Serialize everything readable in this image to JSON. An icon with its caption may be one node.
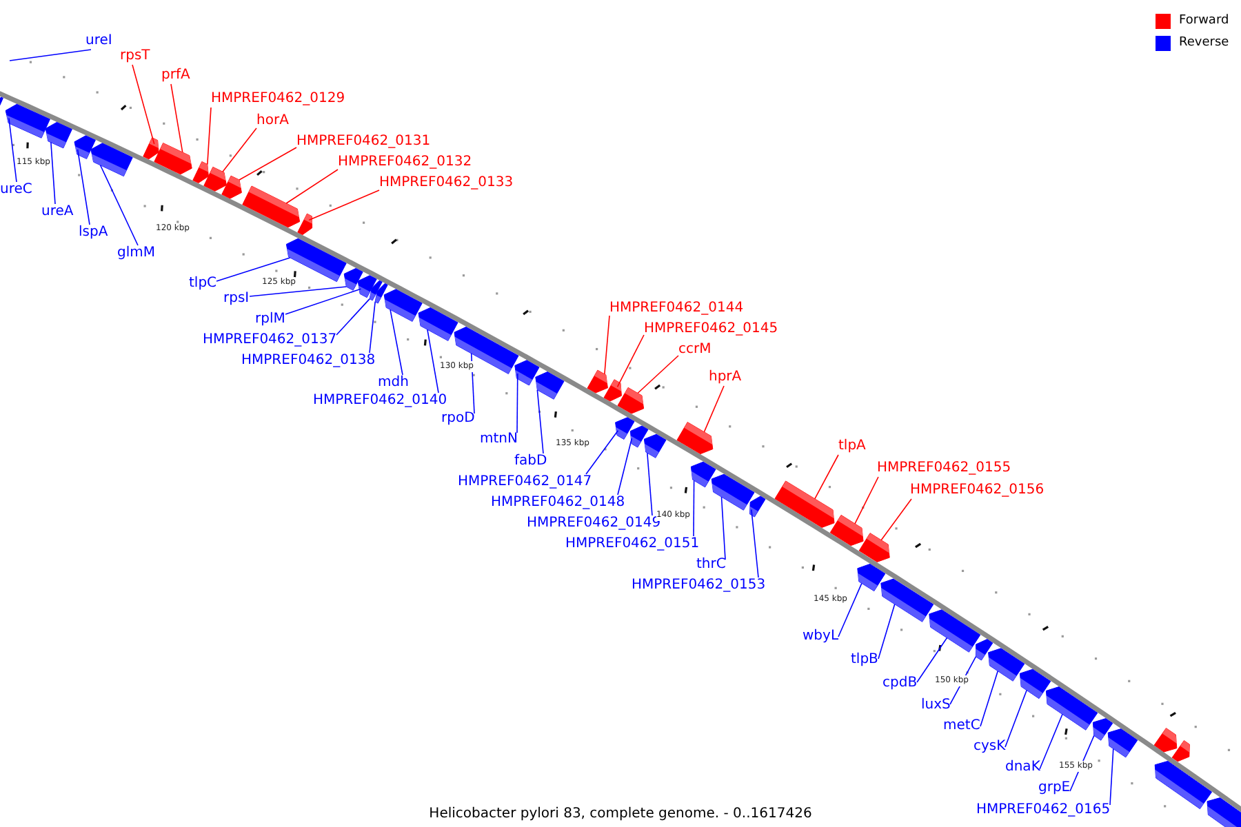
{
  "diagram": {
    "caption": "Helicobacter pylori 83, complete genome. - 0..1617426",
    "nodes": [
      {
        "text": [
          "ureI"
        ]
      },
      {
        "text": [
          "rpsT"
        ]
      },
      {
        "text": [
          "prfA"
        ]
      },
      {
        "text": [
          "HMPREF0462_0129"
        ]
      },
      {
        "text": [
          "horA"
        ]
      },
      {
        "text": [
          "HMPREF0462_0131"
        ]
      },
      {
        "text": [
          "HMPREF0462_0132"
        ]
      },
      {
        "text": [
          "HMPREF0462_0133"
        ]
      },
      {
        "text": [
          "ureC"
        ]
      },
      {
        "text": [
          "ureA"
        ]
      },
      {
        "text": [
          "lspA"
        ]
      },
      {
        "text": [
          "glmM"
        ]
      },
      {
        "text": [
          "tlpC"
        ]
      },
      {
        "text": [
          "rpsI"
        ]
      },
      {
        "text": [
          "rplM"
        ]
      },
      {
        "text": [
          "HMPREF0462_0137"
        ]
      },
      {
        "text": [
          "HMPREF0462_0138"
        ]
      },
      {
        "text": [
          "mdh"
        ]
      },
      {
        "text": [
          "HMPREF0462_0140"
        ]
      },
      {
        "text": [
          "rpoD"
        ]
      },
      {
        "text": [
          "mtnN"
        ]
      },
      {
        "text": [
          "fabD"
        ]
      },
      {
        "text": [
          "HMPREF0462_0144"
        ]
      },
      {
        "text": [
          "HMPREF0462_0145"
        ]
      },
      {
        "text": [
          "ccrM"
        ]
      },
      {
        "text": [
          "hprA"
        ]
      },
      {
        "text": [
          "HMPREF0462_0147"
        ]
      },
      {
        "text": [
          "HMPREF0462_0148"
        ]
      },
      {
        "text": [
          "HMPREF0462_0149"
        ]
      },
      {
        "text": [
          "HMPREF0462_0151"
        ]
      },
      {
        "text": [
          "thrC"
        ]
      },
      {
        "text": [
          "HMPREF0462_0153"
        ]
      },
      {
        "text": [
          "tlpA"
        ]
      },
      {
        "text": [
          "HMPREF0462_0155"
        ]
      },
      {
        "text": [
          "HMPREF0462_0156"
        ]
      },
      {
        "text": [
          "wbyL"
        ]
      },
      {
        "text": [
          "tlpB"
        ]
      },
      {
        "text": [
          "cpdB"
        ]
      },
      {
        "text": [
          "luxS"
        ]
      },
      {
        "text": [
          "metC"
        ]
      },
      {
        "text": [
          "cysK"
        ]
      },
      {
        "text": [
          "dnaK"
        ]
      },
      {
        "text": [
          "grpE"
        ]
      },
      {
        "text": [
          "HMPREF0462_0165"
        ]
      },
      {
        "text": [],
        "shape": "bar"
      },
      {
        "text": [],
        "shape": "bar"
      },
      {
        "text": [],
        "shape": "bar"
      },
      {
        "text": [],
        "shape": "bar"
      },
      {
        "text": [],
        "shape": "bar"
      },
      {
        "text": [],
        "shape": "bar"
      },
      {
        "text": [],
        "shape": "bar"
      },
      {
        "text": [],
        "shape": "bar"
      },
      {
        "text": [],
        "shape": "bar"
      },
      {
        "text": [],
        "shape": "bar"
      },
      {
        "text": [],
        "shape": "bar"
      },
      {
        "text": [],
        "shape": "bar"
      },
      {
        "text": [],
        "shape": "bar"
      },
      {
        "text": [],
        "shape": "bar"
      },
      {
        "text": [],
        "shape": "bar"
      },
      {
        "text": [],
        "shape": "bar"
      },
      {
        "text": [],
        "shape": "bar"
      },
      {
        "text": [],
        "shape": "bar"
      },
      {
        "text": [],
        "shape": "bar"
      },
      {
        "text": [],
        "shape": "bar"
      },
      {
        "text": [],
        "shape": "bar"
      },
      {
        "text": [],
        "shape": "bar"
      },
      {
        "text": [],
        "shape": "bar"
      },
      {
        "text": [],
        "shape": "bar"
      },
      {
        "text": [],
        "shape": "bar"
      },
      {
        "text": [],
        "shape": "bar"
      },
      {
        "text": [],
        "shape": "bar"
      },
      {
        "text": [],
        "shape": "bar"
      },
      {
        "text": [],
        "shape": "bar"
      },
      {
        "text": [],
        "shape": "bar"
      },
      {
        "text": [],
        "shape": "bar"
      },
      {
        "text": [],
        "shape": "bar"
      },
      {
        "text": [],
        "shape": "bar"
      },
      {
        "text": [],
        "shape": "bar"
      },
      {
        "text": [],
        "shape": "bar"
      },
      {
        "text": [],
        "shape": "bar"
      },
      {
        "text": [],
        "shape": "bar"
      },
      {
        "text": [],
        "shape": "bar"
      },
      {
        "text": [],
        "shape": "bar"
      },
      {
        "text": [],
        "shape": "bar"
      },
      {
        "text": [],
        "shape": "bar"
      },
      {
        "text": [],
        "shape": "bar"
      },
      {
        "text": [],
        "shape": "bar"
      },
      {
        "text": [],
        "shape": "bar"
      },
      {
        "text": [],
        "shape": "bar"
      },
      {
        "text": [],
        "shape": "bar"
      },
      {
        "text": [],
        "shape": "bar"
      },
      {
        "text": [],
        "shape": "bar"
      }
    ],
    "edges": [
      {
        "from": 0,
        "to": null,
        "arrow": "none"
      },
      {
        "from": 1,
        "to": 49,
        "arrow": "none",
        "color": "#ff0000"
      },
      {
        "from": 2,
        "to": 50,
        "arrow": "none",
        "color": "#ff0000"
      },
      {
        "from": 3,
        "to": 51,
        "arrow": "none",
        "color": "#ff0000"
      },
      {
        "from": 4,
        "to": 52,
        "arrow": "none",
        "color": "#ff0000"
      },
      {
        "from": 5,
        "to": 53,
        "arrow": "none",
        "color": "#ff0000"
      },
      {
        "from": 6,
        "to": 54,
        "arrow": "none",
        "color": "#ff0000"
      },
      {
        "from": 7,
        "to": 55,
        "arrow": "none",
        "color": "#ff0000"
      },
      {
        "from": 8,
        "to": 45,
        "arrow": "none"
      },
      {
        "from": 9,
        "to": 46,
        "arrow": "none"
      },
      {
        "from": 10,
        "to": 47,
        "arrow": "none"
      },
      {
        "from": 11,
        "to": 48,
        "arrow": "none"
      },
      {
        "from": 12,
        "to": 56,
        "arrow": "none"
      },
      {
        "from": 13,
        "to": 57,
        "arrow": "none"
      },
      {
        "from": 14,
        "to": 58,
        "arrow": "none"
      },
      {
        "from": 15,
        "to": 59,
        "arrow": "none"
      },
      {
        "from": 16,
        "to": 60,
        "arrow": "none"
      },
      {
        "from": 17,
        "to": 61,
        "arrow": "none"
      },
      {
        "from": 18,
        "to": 62,
        "arrow": "none"
      },
      {
        "from": 19,
        "to": 63,
        "arrow": "none"
      },
      {
        "from": 20,
        "to": 64,
        "arrow": "none"
      },
      {
        "from": 21,
        "to": 65,
        "arrow": "none"
      },
      {
        "from": 22,
        "to": 66,
        "arrow": "none",
        "color": "#ff0000"
      },
      {
        "from": 23,
        "to": 67,
        "arrow": "none",
        "color": "#ff0000"
      },
      {
        "from": 24,
        "to": 68,
        "arrow": "none",
        "color": "#ff0000"
      },
      {
        "from": 25,
        "to": 72,
        "arrow": "none",
        "color": "#ff0000"
      },
      {
        "from": 26,
        "to": 69,
        "arrow": "none"
      },
      {
        "from": 27,
        "to": 70,
        "arrow": "none"
      },
      {
        "from": 28,
        "to": 71,
        "arrow": "none"
      },
      {
        "from": 29,
        "to": 73,
        "arrow": "none"
      },
      {
        "from": 30,
        "to": 74,
        "arrow": "none"
      },
      {
        "from": 31,
        "to": 75,
        "arrow": "none"
      },
      {
        "from": 32,
        "to": 76,
        "arrow": "none",
        "color": "#ff0000"
      },
      {
        "from": 33,
        "to": 77,
        "arrow": "none",
        "color": "#ff0000"
      },
      {
        "from": 34,
        "to": 78,
        "arrow": "none",
        "color": "#ff0000"
      },
      {
        "from": 35,
        "to": 79,
        "arrow": "none"
      },
      {
        "from": 36,
        "to": 80,
        "arrow": "none"
      },
      {
        "from": 37,
        "to": 81,
        "arrow": "none"
      },
      {
        "from": 38,
        "to": 82,
        "arrow": "none"
      },
      {
        "from": 39,
        "to": 83,
        "arrow": "none"
      },
      {
        "from": 40,
        "to": 84,
        "arrow": "none"
      },
      {
        "from": 41,
        "to": 85,
        "arrow": "none"
      },
      {
        "from": 42,
        "to": 86,
        "arrow": "none"
      },
      {
        "from": 43,
        "to": 87,
        "arrow": "none"
      }
    ],
    "labels": [
      "115 kbp",
      "120 kbp",
      "125 kbp",
      "130 kbp",
      "135 kbp",
      "140 kbp",
      "145 kbp",
      "150 kbp",
      "155 kbp"
    ],
    "legend": [
      {
        "text": "Forward",
        "color": "#ff0000"
      },
      {
        "text": "Reverse",
        "color": "#0000ff"
      }
    ]
  }
}
